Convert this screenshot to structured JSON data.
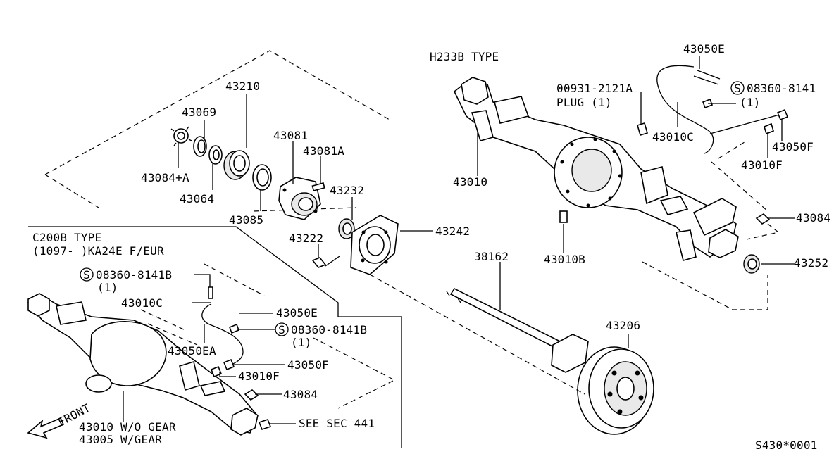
{
  "diagram": {
    "h233b_type": "H233B TYPE",
    "c200b_type": "C200B TYPE",
    "c200b_range": "(1097-     )KA24E F/EUR",
    "front_label": "FRONT",
    "drawing_code": "S430*0001",
    "see_sec": "SEE SEC 441",
    "plug_code": "00931-2121A",
    "plug_label": "PLUG (1)"
  },
  "callouts": {
    "p43210": "43210",
    "p43069": "43069",
    "p43084a": "43084+A",
    "p43064": "43064",
    "p43081": "43081",
    "p43081a": "43081A",
    "p43232": "43232",
    "p43085": "43085",
    "p43222": "43222",
    "p43242": "43242",
    "p43010": "43010",
    "p43010b": "43010B",
    "p43050e_top": "43050E",
    "p08360_top": "08360-8141",
    "p08360_top_qty": "(1)",
    "p43010c_top": "43010C",
    "p43050f_top": "43050F",
    "p43010f_top": "43010F",
    "p43084_top": "43084",
    "p43252": "43252",
    "p38162": "38162",
    "p43206": "43206",
    "p08360_left1": "08360-8141B",
    "p08360_left1_qty": "(1)",
    "p43010c_left": "43010C",
    "p43050e_left": "43050E",
    "p08360_left2": "08360-8141B",
    "p08360_left2_qty": "(1)",
    "p43050ea": "43050EA",
    "p43050f_left": "43050F",
    "p43010f_left": "43010F",
    "p43084_left": "43084",
    "p43010_wo": "43010 W/O GEAR",
    "p43005_w": "43005 W/GEAR"
  },
  "symbols": {
    "s_marker": "S"
  }
}
